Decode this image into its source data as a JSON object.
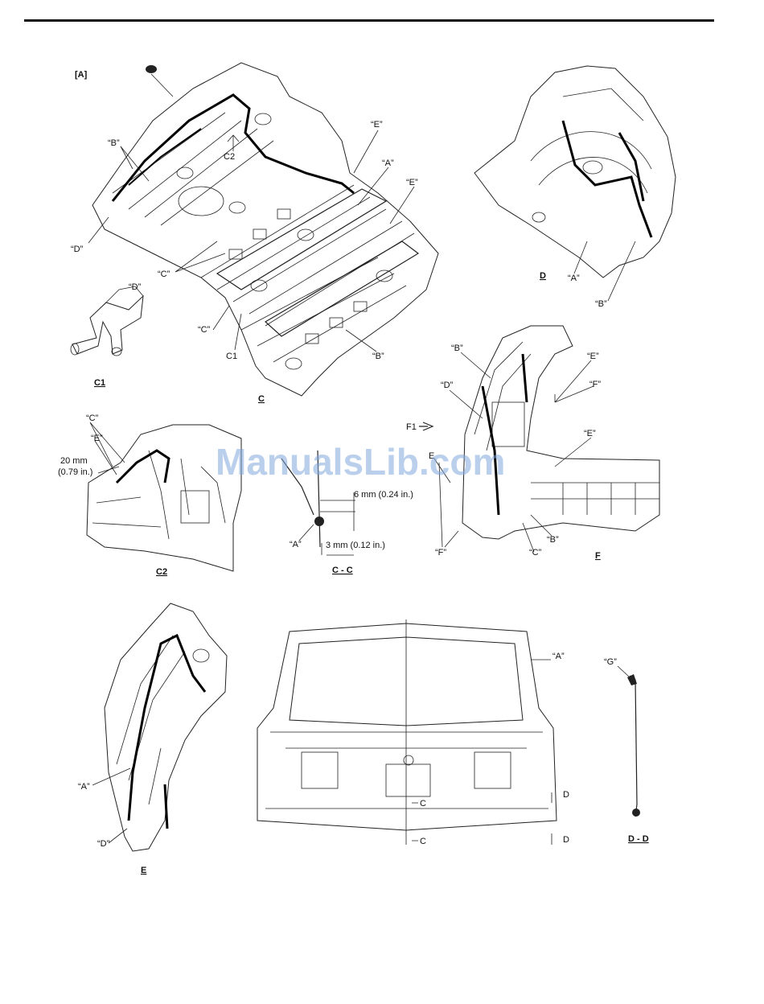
{
  "section_tag": "[A]",
  "watermark": "ManualsLib.com",
  "views": {
    "c": {
      "caption": "C",
      "labels": {
        "b": "“B”",
        "d": "“D”",
        "c1": "“C”",
        "c2": "“C”",
        "c2_ref": "C2",
        "c1_ref": "C1",
        "e1": "“E”",
        "a": "“A”",
        "e2": "“E”",
        "b2": "“B”"
      }
    },
    "c1": {
      "caption": "C1",
      "labels": {
        "d": "“D”"
      }
    },
    "d": {
      "caption": "D",
      "labels": {
        "a": "“A”",
        "b": "“B”"
      }
    },
    "c2": {
      "caption": "C2",
      "labels": {
        "c": "“C”",
        "e": "“E”",
        "dim_mm": "20 mm",
        "dim_in": "(0.79 in.)"
      }
    },
    "cc": {
      "caption": "C - C",
      "labels": {
        "a": "“A”",
        "dim1": "6 mm (0.24 in.)",
        "dim2": "3 mm (0.12 in.)"
      }
    },
    "f": {
      "caption": "F",
      "labels": {
        "b": "“B”",
        "e1": "“E”",
        "d": "“D”",
        "f1": "“F”",
        "f1_ref": "F1",
        "e2": "“E”",
        "e3": "E",
        "b2": "“B”",
        "c": "“C”",
        "f2": "“F”"
      }
    },
    "e": {
      "caption": "E",
      "labels": {
        "a": "“A”",
        "d": "“D”"
      }
    },
    "gate": {
      "labels": {
        "a": "“A”",
        "d1": "D",
        "c1": "C",
        "c2": "C",
        "d2": "D"
      }
    },
    "dd": {
      "caption": "D - D",
      "labels": {
        "g": "“G”"
      }
    }
  }
}
